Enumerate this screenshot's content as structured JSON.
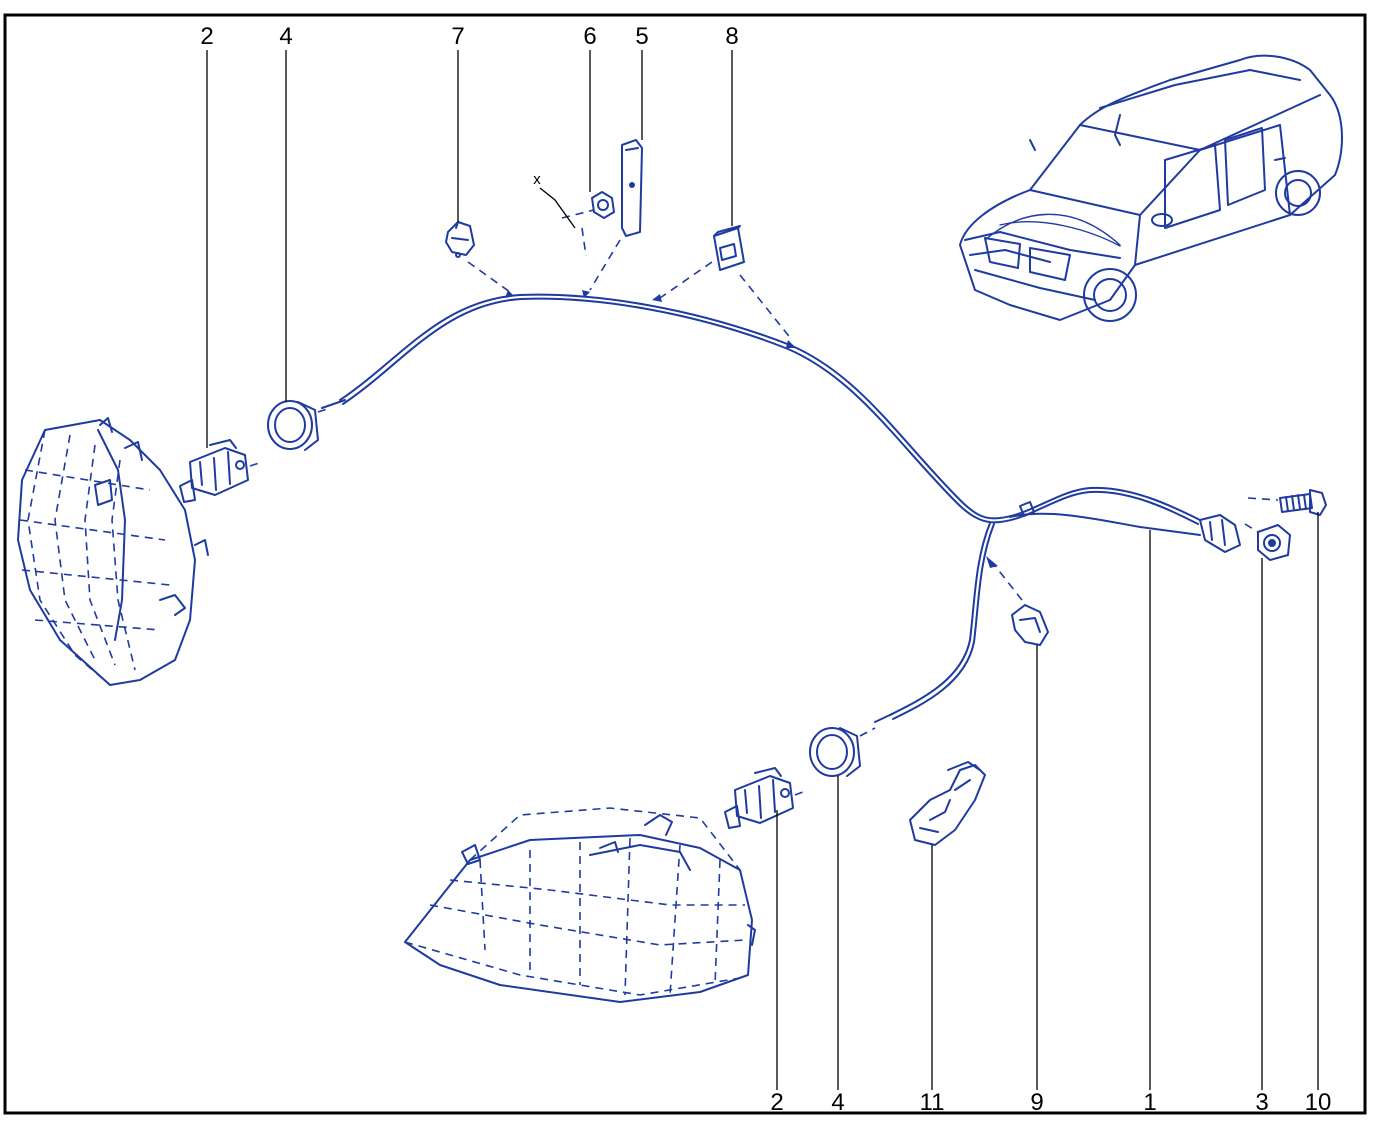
{
  "callouts": {
    "top": [
      "2",
      "4",
      "7",
      "6",
      "5",
      "8"
    ],
    "bottom": [
      "2",
      "4",
      "11",
      "9",
      "1",
      "3",
      "10"
    ]
  },
  "x_marker": "x",
  "colors": {
    "line": "#1f3ba0",
    "frame": "#000000",
    "background": "#ffffff"
  }
}
